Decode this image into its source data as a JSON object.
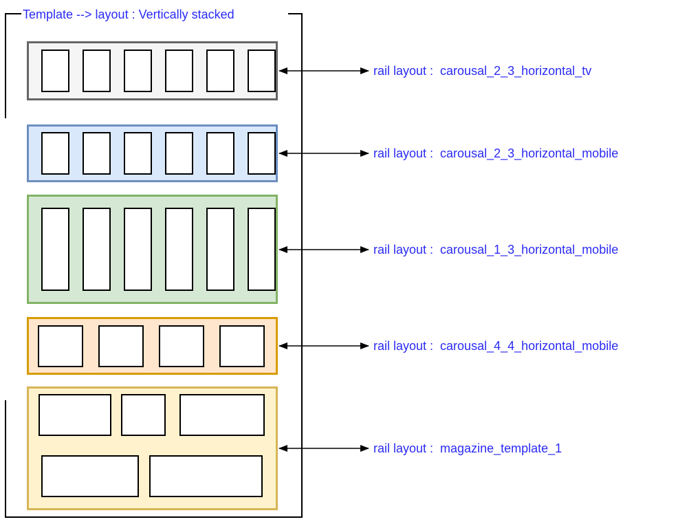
{
  "colors": {
    "text_blue": "#2b2bf5",
    "frame_black": "#000000",
    "tile_fill": "#ffffff",
    "tile_border": "#000000"
  },
  "title": {
    "text": "Template --> layout : Vertically stacked"
  },
  "rails": [
    {
      "name": "carousal_2_3_horizontal_tv",
      "label": "rail layout :  carousal_2_3_horizontal_tv",
      "fill": "#f5f5f5",
      "border_color": "#666666",
      "tile_count": 6,
      "tile_shape": "portrait"
    },
    {
      "name": "carousal_2_3_horizontal_mobile",
      "label": "rail layout :  carousal_2_3_horizontal_mobile",
      "fill": "#dae8fc",
      "border_color": "#6c8ebf",
      "tile_count": 6,
      "tile_shape": "portrait"
    },
    {
      "name": "carousal_1_3_horizontal_mobile",
      "label": "rail layout :  carousal_1_3_horizontal_mobile",
      "fill": "#d5e8d4",
      "border_color": "#82b366",
      "tile_count": 6,
      "tile_shape": "tall-portrait"
    },
    {
      "name": "carousal_4_4_horizontal_mobile",
      "label": "rail layout :  carousal_4_4_horizontal_mobile",
      "fill": "#ffe6cc",
      "border_color": "#d79b00",
      "tile_count": 4,
      "tile_shape": "square"
    },
    {
      "name": "magazine_template_1",
      "label": "rail layout :  magazine_template_1",
      "fill": "#fff2cc",
      "border_color": "#d6b656",
      "tile_count": 5,
      "tile_shape": "magazine"
    }
  ]
}
